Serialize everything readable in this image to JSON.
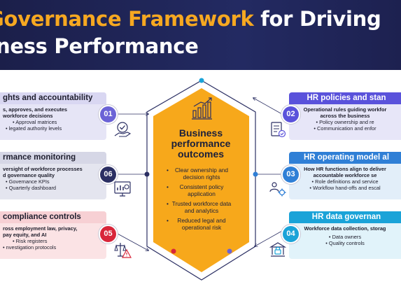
{
  "title": {
    "line1_orange": "Governance Framework",
    "line1_white": " for Driving",
    "line2": "ness Performance"
  },
  "center": {
    "title": "Business performance outcomes",
    "items": [
      "Clear ownership and decision rights",
      "Consistent policy application",
      "Trusted workforce data and analytics",
      "Reduced legal and operational risk"
    ]
  },
  "cards": [
    {
      "number": "01",
      "title": "ghts and accountability",
      "lead": "s, approves, and executes",
      "lead2": "workforce decisions",
      "bullets": [
        "Approval matrices",
        "legated authority levels"
      ],
      "color": "#6b63d6",
      "tint": "#e6e5f6",
      "icon": "hand-check-icon"
    },
    {
      "number": "06",
      "title": "rmance monitoring",
      "lead": "versight of workforce processes",
      "lead2": "d governance quality",
      "bullets": [
        "Governance KPIs",
        "Quarterly dashboard"
      ],
      "color": "#2b2f63",
      "tint": "#e4e5ef",
      "icon": "dashboard-icon"
    },
    {
      "number": "05",
      "title": "compliance controls",
      "lead": "ross employment law, privacy,",
      "lead2": "pay equity, and AI",
      "bullets": [
        "Risk registers",
        "nvestigation protocols"
      ],
      "color": "#d8263a",
      "tint": "#fbe3e5",
      "icon": "scales-warning-icon"
    },
    {
      "number": "02",
      "title": "HR policies and stan",
      "lead": "Operational rules guiding workfor",
      "lead2": "across the business",
      "bullets": [
        "Policy ownership and re",
        "Communication and enfor"
      ],
      "color": "#5a52db",
      "tint": "#e7e6f8",
      "icon": "policy-document-icon"
    },
    {
      "number": "03",
      "title": "HR operating model al",
      "lead": "How HR functions align to deliver",
      "lead2": "accountable workforce se",
      "bullets": [
        "Role definitions and service",
        "Workflow hand-offs and escal"
      ],
      "color": "#2f7fd6",
      "tint": "#e2eef9",
      "icon": "people-gear-icon"
    },
    {
      "number": "04",
      "title": "HR data governan",
      "lead": "Workforce data collection, storag",
      "lead2": "",
      "bullets": [
        "Data owners",
        "Quality controls"
      ],
      "color": "#1aa3d8",
      "tint": "#e1f3fa",
      "icon": "bank-lock-icon"
    }
  ],
  "colors": {
    "hex_fill": "#f7a81b",
    "header_bg": "#1b1f4a",
    "accent_orange": "#f6a821"
  }
}
